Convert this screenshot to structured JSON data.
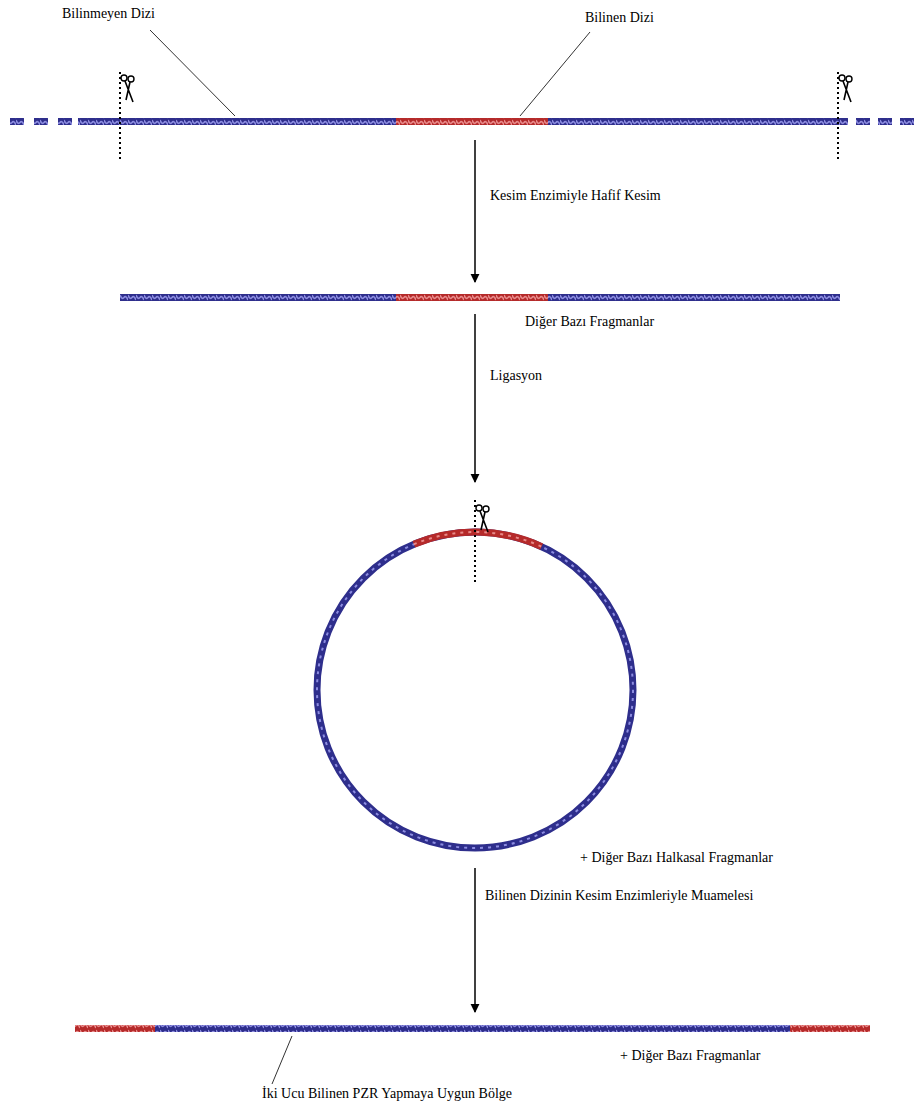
{
  "diagram": {
    "labels": [
      "Bilinmeyen Dizi",
      "Bilinen Dizi",
      "Kesim Enzimiyle Hafif Kesim",
      "Diğer Bazı Fragmanlar",
      "Ligasyon",
      "+ Diğer Bazı Halkasal Fragmanlar",
      "Bilinen Dizinin Kesim Enzimleriyle Muamelesi",
      "+ Diğer Bazı Fragmanlar",
      "İki Ucu Bilinen PZR Yapmaya Uygun Bölge"
    ]
  }
}
